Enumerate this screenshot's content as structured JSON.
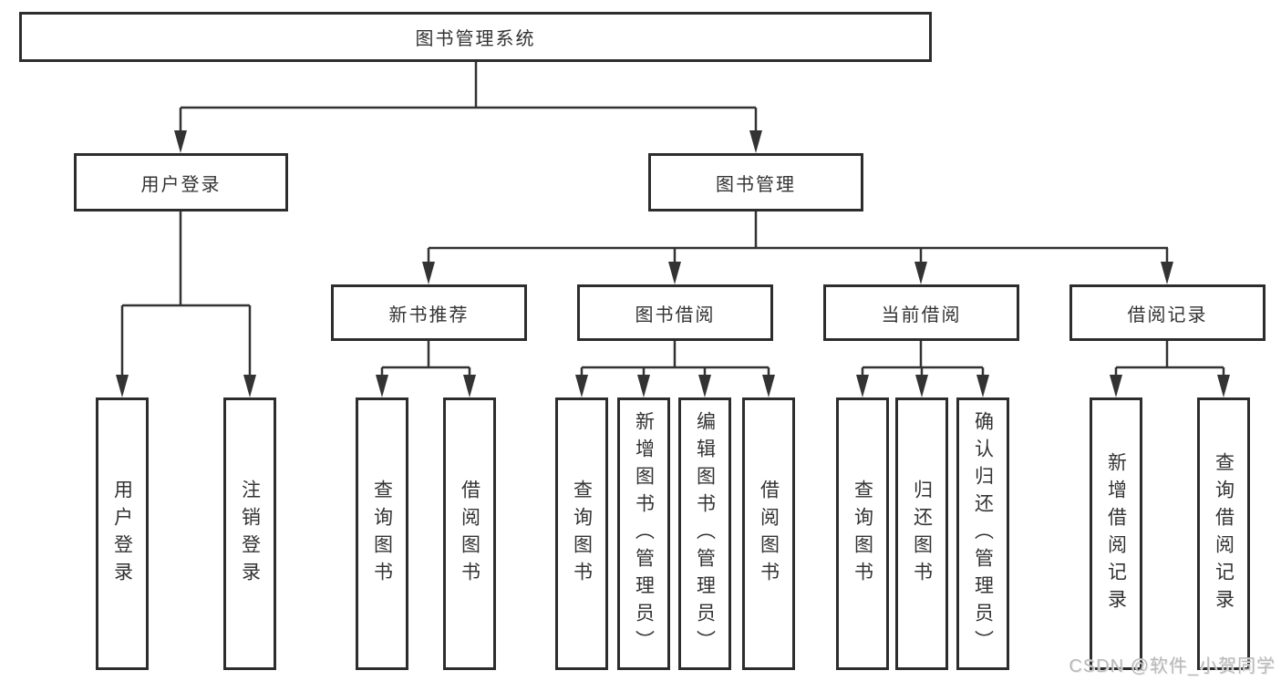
{
  "tree": {
    "label": "图书管理系统",
    "children": [
      {
        "label": "用户登录",
        "children": [
          {
            "label": "用户登录"
          },
          {
            "label": "注销登录"
          }
        ]
      },
      {
        "label": "图书管理",
        "children": [
          {
            "label": "新书推荐",
            "children": [
              {
                "label": "查询图书"
              },
              {
                "label": "借阅图书"
              }
            ]
          },
          {
            "label": "图书借阅",
            "children": [
              {
                "label": "查询图书"
              },
              {
                "label": "新增图书（管理员）"
              },
              {
                "label": "编辑图书（管理员）"
              },
              {
                "label": "借阅图书"
              }
            ]
          },
          {
            "label": "当前借阅",
            "children": [
              {
                "label": "查询图书"
              },
              {
                "label": "归还图书"
              },
              {
                "label": "确认归还（管理员）"
              }
            ]
          },
          {
            "label": "借阅记录",
            "children": [
              {
                "label": "新增借阅记录"
              },
              {
                "label": "查询借阅记录"
              }
            ]
          }
        ]
      }
    ]
  },
  "watermark": {
    "text": "CSDN @软件_小贺同学"
  },
  "colors": {
    "line": "#333333",
    "border": "#2d2d2d",
    "watermark": "#b9b9b9"
  }
}
